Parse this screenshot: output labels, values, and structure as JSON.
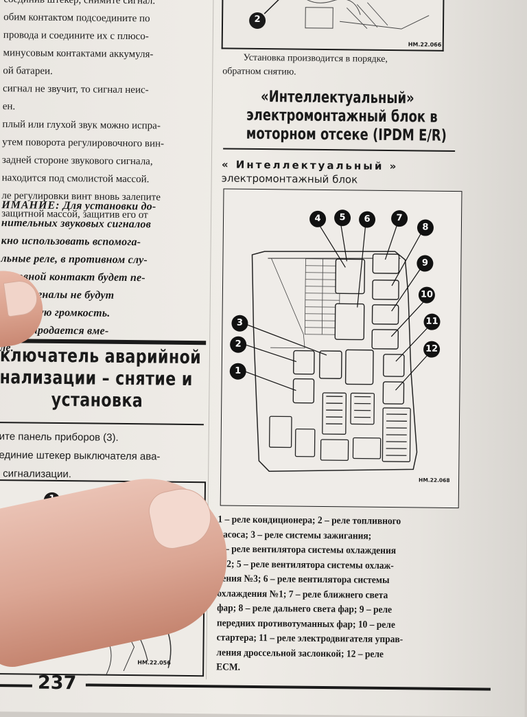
{
  "left_column": {
    "intro_lines": [
      "соединив штекер, снимите сигнал.",
      "обим контактом подсоедините по",
      "провода и соедините их с плюсо-",
      "минусовым контактами аккумуля-",
      "ой батареи.",
      "сигнал не звучит, то сигнал неис-",
      "ен.",
      "плый или глухой звук можно испра-",
      "утем поворота регулировочного вин-",
      "задней стороне звукового сигнала,",
      "находится под смолистой массой.",
      "ле регулировки винт вновь залепите",
      "защитной массой, защитив его от"
    ],
    "warning_title": "ИМАНИЕ:",
    "warning_first_rest": "Для установки до-",
    "warning_lines": [
      "нительных звуковых сигналов",
      "кно использовать вспомога-",
      "льные реле, в противном слу-",
      "основной контакт будет пе-",
      "ен, и сигналы не будут",
      "на полную громкость.",
      "налов продается вме-",
      "ле."
    ],
    "section_title_lines": [
      "ключатель аварийной",
      "нализации – снятие и",
      "установка"
    ],
    "procedure_lines": [
      "ите панель приборов (3).",
      "единие штекер выключателя ава-",
      "сигнализации."
    ],
    "figure_callout": "1",
    "figure_code": "HM.22.056"
  },
  "right_column": {
    "top_figure_callout": "2",
    "top_figure_code": "HM.22.066",
    "top_caption_lines": [
      "Установка производится в порядке,",
      "обратном снятию."
    ],
    "section_title_lines": [
      "«Интеллектуальный»",
      "электромонтажный блок в",
      "моторном отсеке (IPDM E/R)"
    ],
    "figure_title_line1": "« Интеллектуальный »",
    "figure_title_line2": "электромонтажный блок",
    "figure_code": "HM.22.068",
    "callouts": [
      "1",
      "2",
      "3",
      "4",
      "5",
      "6",
      "7",
      "8",
      "9",
      "10",
      "11",
      "12"
    ],
    "legend_lines": [
      "1 – реле кондиционера; 2 – реле топливного",
      "насоса; 3 – реле системы зажигания;",
      "4 – реле вентилятора системы охлаждения",
      "№2; 5 – реле вентилятора системы охлаж-",
      "дения №3; 6 – реле вентилятора системы",
      "охлаждения №1; 7 – реле ближнего света",
      "фар; 8 – реле дальнего света фар; 9 – реле",
      "передних противотуманных фар; 10 – реле",
      "стартера; 11 – реле электродвигателя управ-",
      "ления дроссельной заслонкой; 12 – реле",
      "ECM."
    ]
  },
  "footer": {
    "page_number": "237"
  }
}
